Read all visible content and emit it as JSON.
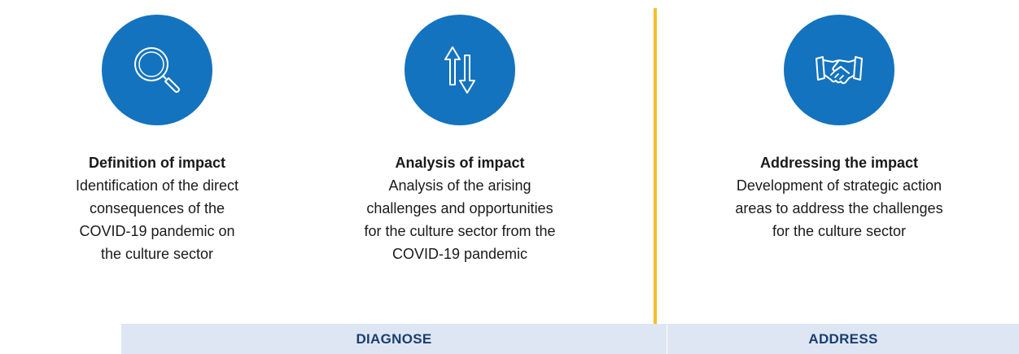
{
  "steps": [
    {
      "icon": "magnifying-glass-icon",
      "title": "Definition of impact",
      "description": "Identification of the direct\nconsequences of the\nCOVID-19 pandemic on\nthe culture sector"
    },
    {
      "icon": "up-down-arrows-icon",
      "title": "Analysis of impact",
      "description": "Analysis of the arising\nchallenges and opportunities\nfor the culture sector from the\nCOVID-19 pandemic"
    },
    {
      "icon": "handshake-icon",
      "title": "Addressing the impact",
      "description": "Development of strategic action\nareas to address the challenges\nfor the culture sector"
    }
  ],
  "phases": {
    "diagnose": "DIAGNOSE",
    "address": "ADDRESS"
  },
  "colors": {
    "circle": "#1473be",
    "divider": "#f5bf2a",
    "phase_bar_bg": "#dde6f2",
    "phase_bar_text": "#1c3d6e"
  }
}
